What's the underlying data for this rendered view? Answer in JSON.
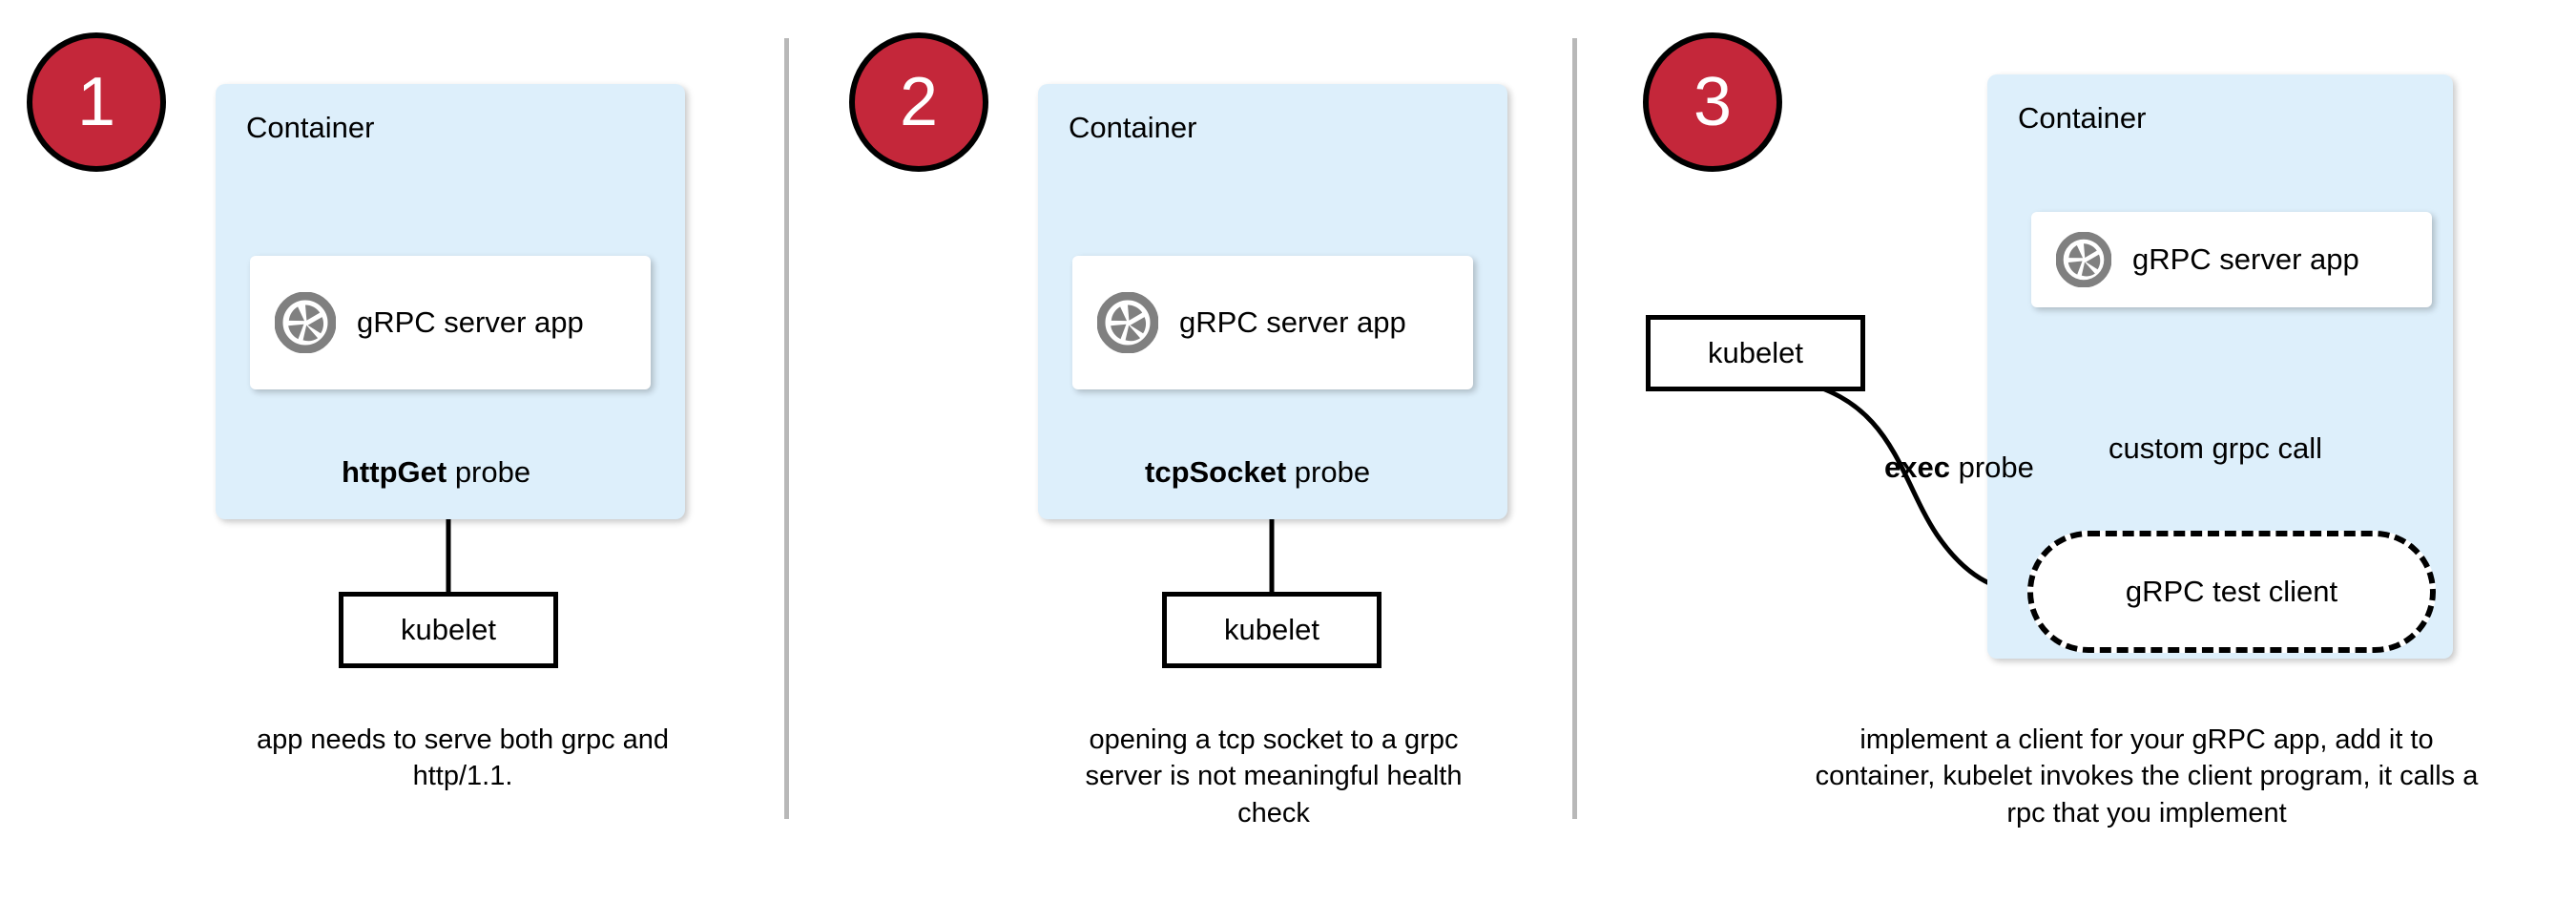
{
  "diagram": {
    "title": "Kubernetes gRPC health-check probe approaches",
    "colors": {
      "step_badge_fill": "#c4273a",
      "step_badge_border": "#000000",
      "step_badge_text": "#ffffff",
      "container_fill": "#ddeffb",
      "app_card_fill": "#ffffff",
      "grpc_icon": "#808080",
      "divider": "#b8b8b8",
      "stroke": "#000000"
    }
  },
  "panels": [
    {
      "step": "1",
      "container_label": "Container",
      "app": {
        "icon": "grpc-aperture-icon",
        "label": "gRPC server app"
      },
      "probe_label_bold": "httpGet",
      "probe_label_rest": " probe",
      "kubelet_label": "kubelet",
      "caption": "app needs to serve both grpc and http/1.1."
    },
    {
      "step": "2",
      "container_label": "Container",
      "app": {
        "icon": "grpc-aperture-icon",
        "label": "gRPC server app"
      },
      "probe_label_bold": "tcpSocket",
      "probe_label_rest": " probe",
      "kubelet_label": "kubelet",
      "caption": "opening a tcp socket to a grpc server is not meaningful health check"
    },
    {
      "step": "3",
      "container_label": "Container",
      "app": {
        "icon": "grpc-aperture-icon",
        "label": "gRPC server app"
      },
      "probe_label_bold": "exec",
      "probe_label_rest": " probe",
      "kubelet_label": "kubelet",
      "call_label": "custom grpc call",
      "test_client_label": "gRPC test client",
      "caption": "implement a client for your gRPC app, add it to container, kubelet invokes the client program, it calls a rpc that you implement"
    }
  ]
}
